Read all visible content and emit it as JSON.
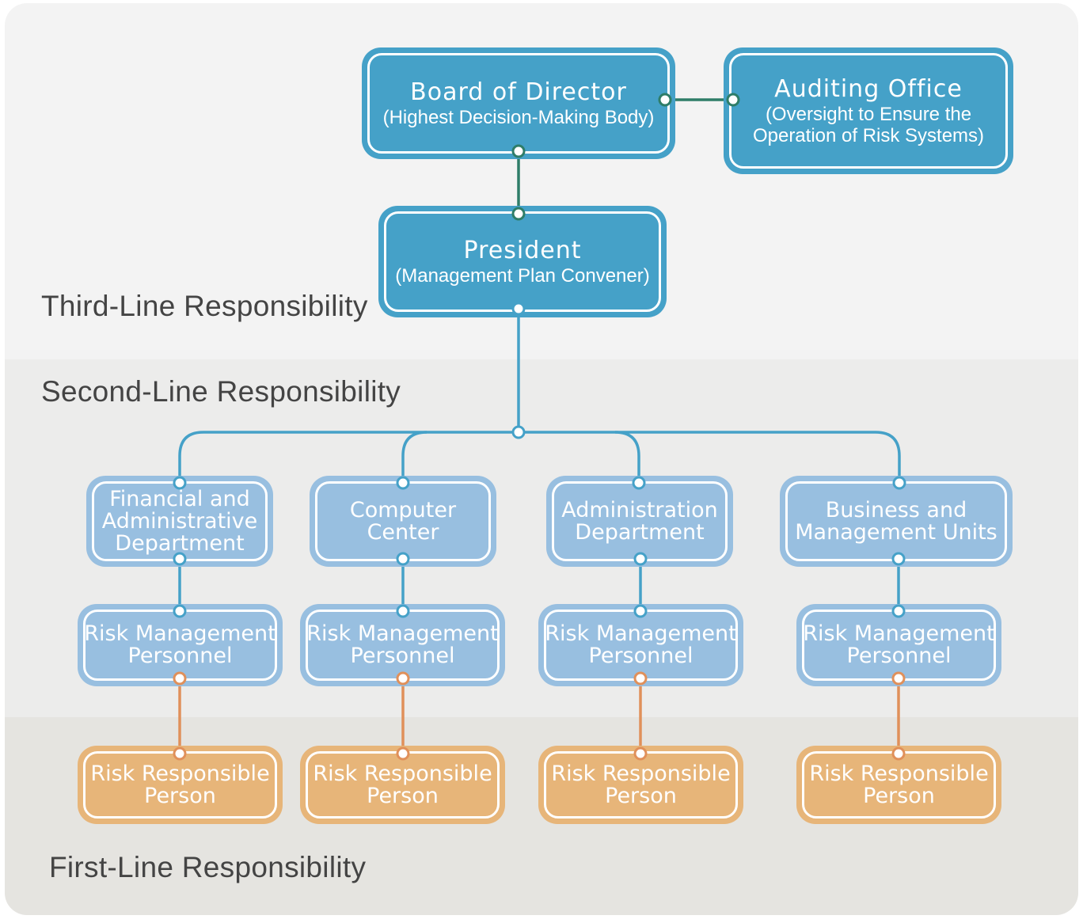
{
  "zones": {
    "third": "Third-Line Responsibility",
    "second": "Second-Line Responsibility",
    "first": "First-Line Responsibility"
  },
  "board": {
    "title": "Board of Director",
    "subtitle": "(Highest Decision-Making Body)"
  },
  "auditing": {
    "title": "Auditing Office",
    "subtitle_line1": "(Oversight to Ensure the",
    "subtitle_line2": "Operation of Risk Systems)"
  },
  "president": {
    "title": "President",
    "subtitle": "(Management Plan Convener)"
  },
  "departments": [
    {
      "lines": [
        "Financial and",
        "Administrative",
        "Department"
      ]
    },
    {
      "lines": [
        "Computer",
        "Center"
      ]
    },
    {
      "lines": [
        "Administration",
        "Department"
      ]
    },
    {
      "lines": [
        "Business and",
        "Management Units"
      ]
    }
  ],
  "risk_management": {
    "line1": "Risk Management",
    "line2": "Personnel"
  },
  "risk_responsible": {
    "line1": "Risk Responsible",
    "line2": "Person"
  },
  "colors": {
    "dark_blue": "#45a1c8",
    "light_blue": "#98bfe0",
    "orange": "#e7b579",
    "blue_line": "#45a1c8",
    "green_line": "#2e7d68",
    "orange_line": "#e0905a"
  }
}
